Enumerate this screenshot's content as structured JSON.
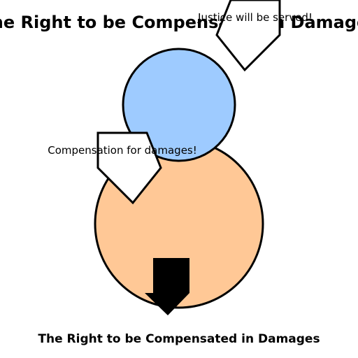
{
  "title_top": "The Right to be Compensated in Damages",
  "title_bottom": "The Right to be Compensated in Damages",
  "speech_justice": "Justice will be served!",
  "speech_compensation": "Compensation for damages!",
  "colors": {
    "head": "#9ecbff",
    "body": "#ffc896",
    "outline": "#000000",
    "bubble_fill": "#ffffff",
    "arrow": "#000000"
  }
}
